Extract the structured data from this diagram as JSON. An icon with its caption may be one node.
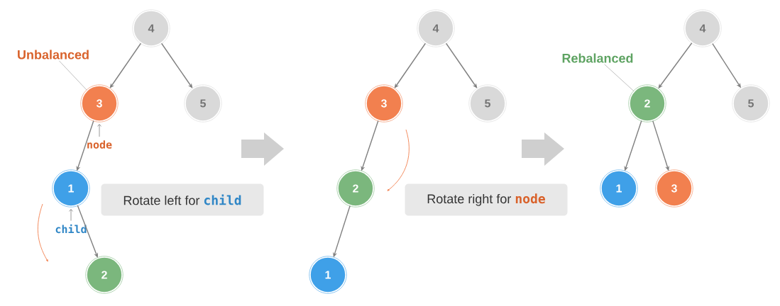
{
  "diagram": {
    "nodes": [
      {
        "text": [
          "4"
        ]
      },
      {
        "text": [
          "3"
        ]
      },
      {
        "text": [
          "5"
        ]
      },
      {
        "text": [
          "1"
        ]
      },
      {
        "text": [
          "2"
        ]
      },
      {
        "text": [
          "4"
        ]
      },
      {
        "text": [
          "3"
        ]
      },
      {
        "text": [
          "5"
        ]
      },
      {
        "text": [
          "2"
        ]
      },
      {
        "text": [
          "1"
        ]
      },
      {
        "text": [
          "4"
        ]
      },
      {
        "text": [
          "2"
        ]
      },
      {
        "text": [
          "5"
        ]
      },
      {
        "text": [
          "1"
        ]
      },
      {
        "text": [
          "3"
        ]
      },
      {
        "text": [
          "Unbalanced"
        ]
      },
      {
        "text": [
          "Rebalanced"
        ]
      },
      {
        "text": [
          "node"
        ]
      },
      {
        "text": [
          "child"
        ]
      },
      {
        "text": [
          "Rotate left for",
          "child"
        ]
      },
      {
        "text": [
          "Rotate right for",
          "node"
        ]
      }
    ],
    "edges": [
      {
        "from": 0,
        "to": 1,
        "arrow": "to"
      },
      {
        "from": 0,
        "to": 2,
        "arrow": "to"
      },
      {
        "from": 1,
        "to": 3,
        "arrow": "to"
      },
      {
        "from": 3,
        "to": 4,
        "arrow": "to"
      },
      {
        "from": 5,
        "to": 6,
        "arrow": "to"
      },
      {
        "from": 5,
        "to": 7,
        "arrow": "to"
      },
      {
        "from": 6,
        "to": 8,
        "arrow": "to"
      },
      {
        "from": 8,
        "to": 9,
        "arrow": "to"
      },
      {
        "from": 10,
        "to": 11,
        "arrow": "to"
      },
      {
        "from": 10,
        "to": 12,
        "arrow": "to"
      },
      {
        "from": 11,
        "to": 13,
        "arrow": "to"
      },
      {
        "from": 11,
        "to": 14,
        "arrow": "to"
      },
      {
        "from": 15,
        "to": 1,
        "arrow": "none"
      },
      {
        "from": 16,
        "to": 11,
        "arrow": "none"
      },
      {
        "from": 17,
        "to": 1,
        "arrow": "to"
      },
      {
        "from": 18,
        "to": 3,
        "arrow": "to"
      }
    ]
  }
}
